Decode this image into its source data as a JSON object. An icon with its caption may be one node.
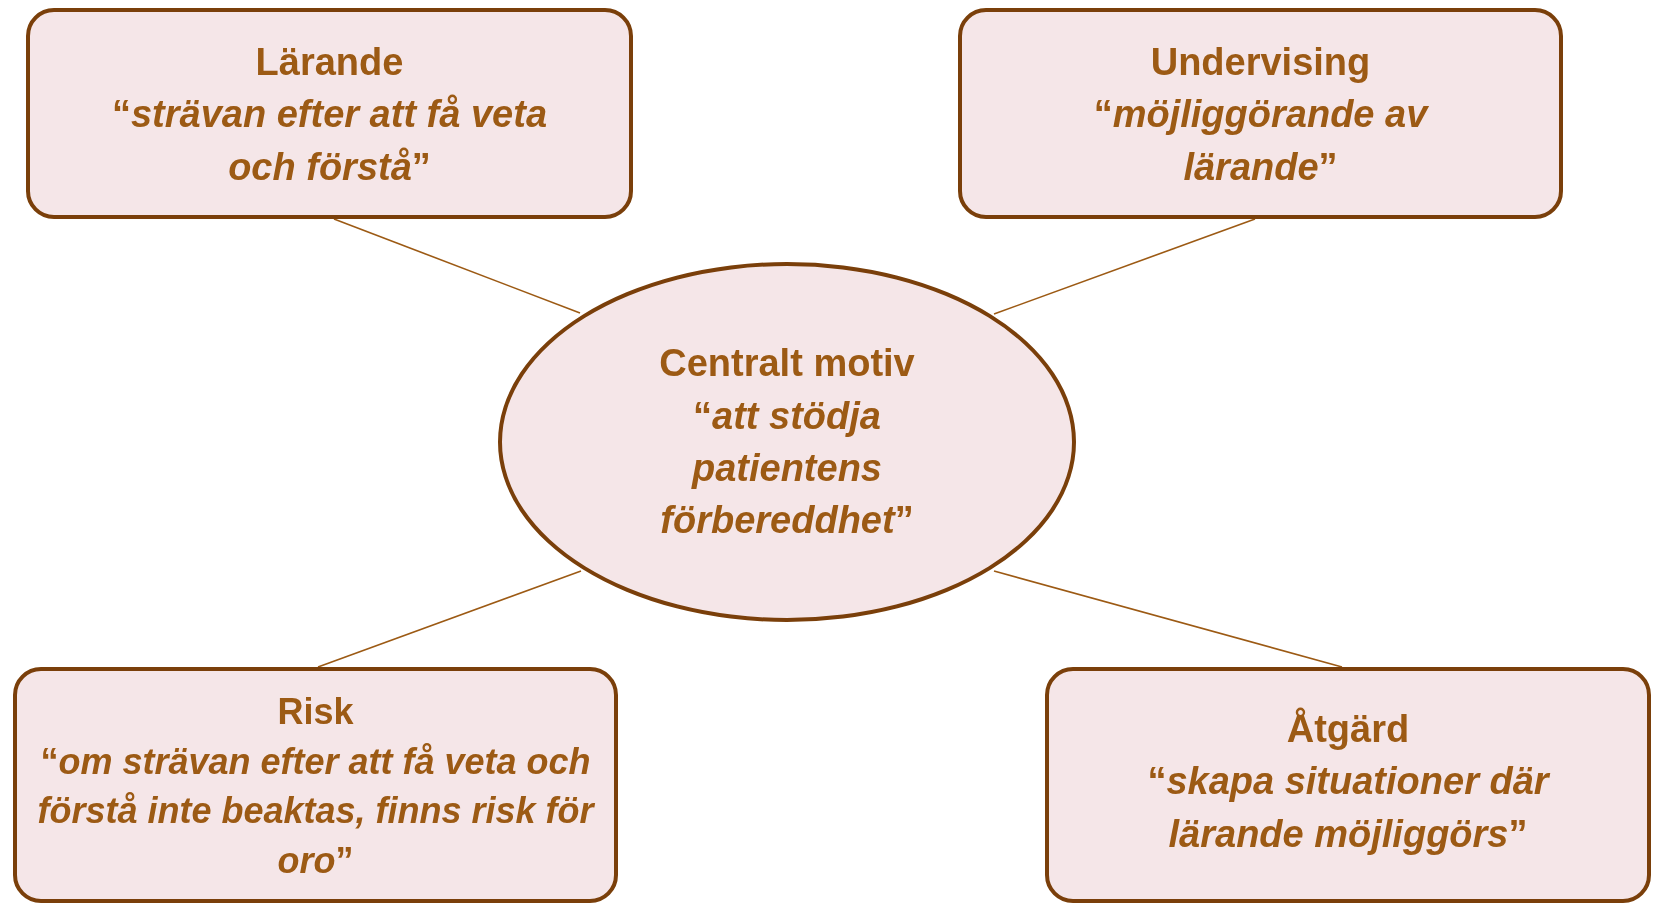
{
  "diagram": {
    "nodes": [
      {
        "text": [
          "Lärande",
          "“*strävan efter att få veta och förstå*”"
        ]
      },
      {
        "text": [
          "Undervising",
          "“*möjliggörande av lärande*”"
        ]
      },
      {
        "text": [
          "Centralt motiv",
          "“*att stödja patientens förbereddhet*”"
        ]
      },
      {
        "text": [
          "Risk",
          "“*om strävan efter att få veta och förstå inte beaktas, finns risk för oro*”"
        ]
      },
      {
        "text": [
          "Åtgärd",
          "“*skapa situationer där lärande möjliggörs*”"
        ]
      }
    ],
    "edges": [
      {
        "from": 2,
        "to": 0,
        "arrow": "none"
      },
      {
        "from": 2,
        "to": 1,
        "arrow": "none"
      },
      {
        "from": 2,
        "to": 3,
        "arrow": "none"
      },
      {
        "from": 2,
        "to": 4,
        "arrow": "none"
      }
    ]
  }
}
